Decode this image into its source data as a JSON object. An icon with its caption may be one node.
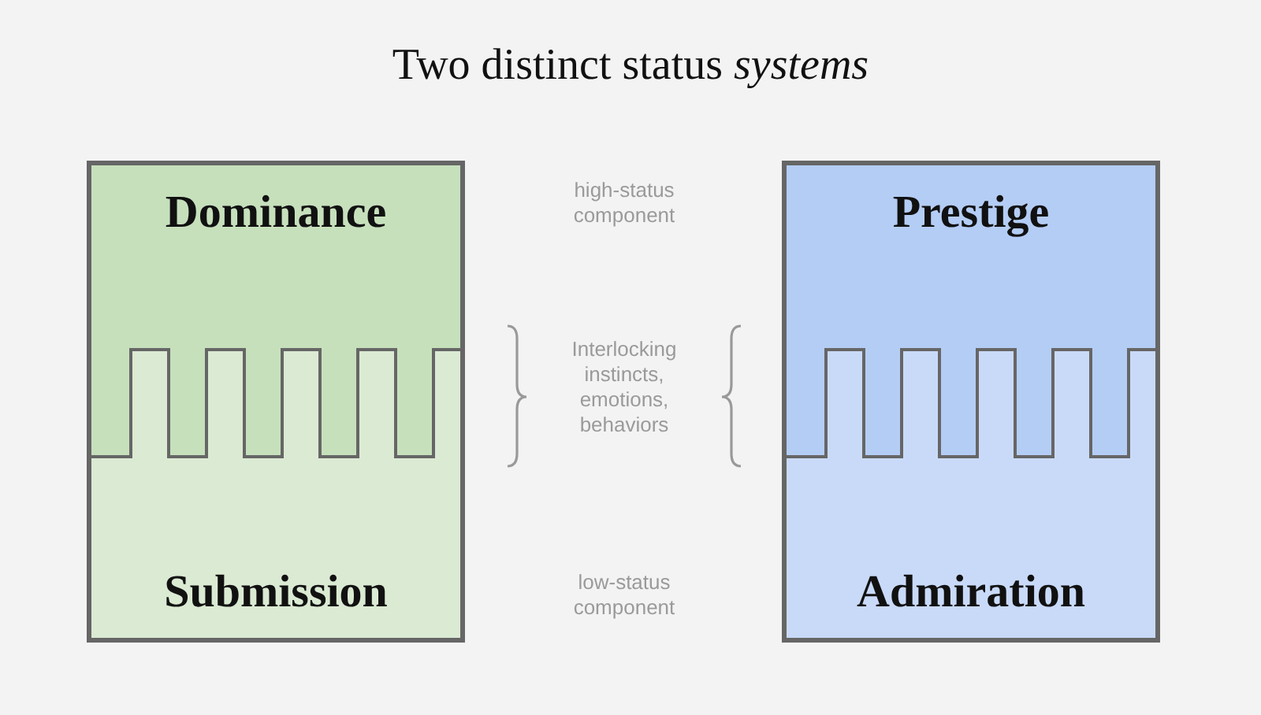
{
  "diagram": {
    "title": "Two distinct status *systems*",
    "nodes": [
      {
        "text": [],
        "shape": "box"
      },
      {
        "text": [
          "Dominance"
        ],
        "in": 0
      },
      {
        "text": [
          "Submission"
        ],
        "in": 0
      },
      {
        "text": [],
        "shape": "box"
      },
      {
        "text": [
          "Prestige"
        ],
        "in": 3
      },
      {
        "text": [
          "Admiration"
        ],
        "in": 3
      }
    ],
    "labels": [
      "high-status component",
      "Interlocking instincts, emotions, behaviors",
      "low-status component"
    ]
  }
}
